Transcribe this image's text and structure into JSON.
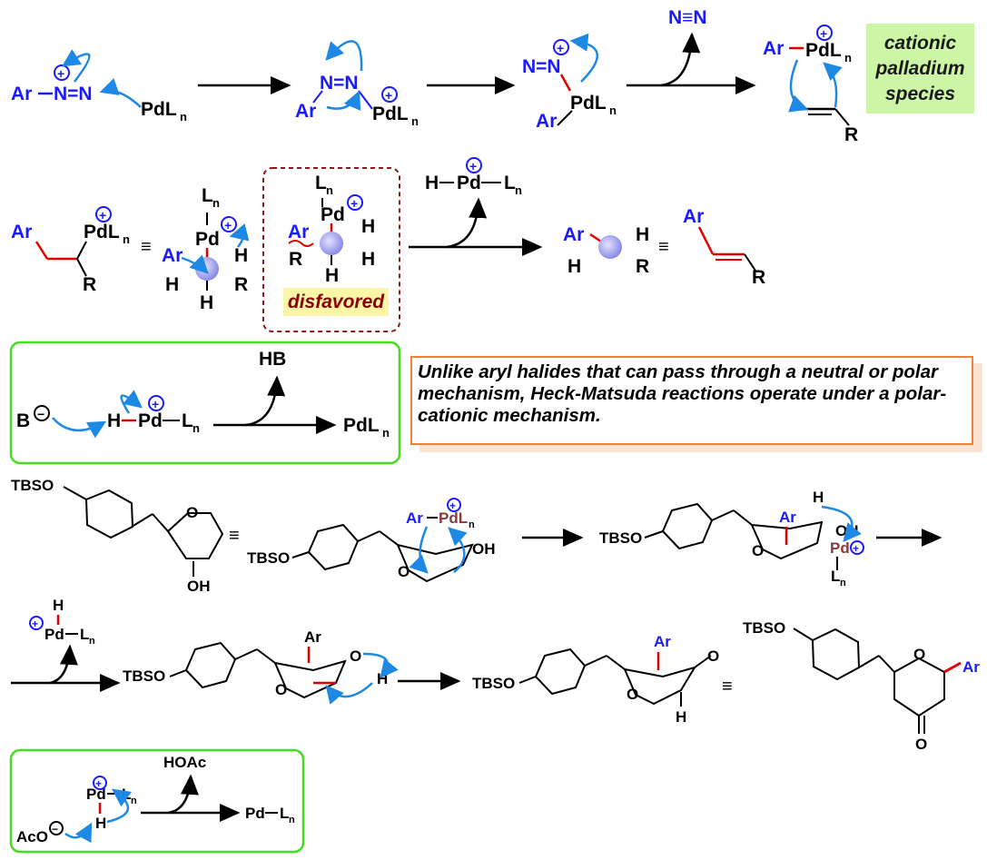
{
  "labels": {
    "ar": "Ar",
    "r": "R",
    "h": "H",
    "n": "N",
    "n_triple_n": "N≡N",
    "n_equals_n": "N=N",
    "n_equals_n_plus": "N=N",
    "pdl": "PdL",
    "pd": "Pd",
    "l": "L",
    "sub_n": "n",
    "hb": "HB",
    "b": "B",
    "hoac": "HOAc",
    "aco": "AcO",
    "tbso": "TBSO",
    "o": "O",
    "oh": "OH",
    "equiv": "≡",
    "plus": "+",
    "minus": "−"
  },
  "tag": {
    "text": "cationic palladium species"
  },
  "disfavored": {
    "text": "disfavored"
  },
  "note": {
    "text": "Unlike aryl halides that can pass through a neutral or polar mechanism, Heck-Matsuda reactions operate under a polar-cationic mechanism."
  },
  "colors": {
    "blue": "#1a1aff",
    "arrow_blue": "#1e88e5",
    "red": "#e00000",
    "green_box": "#44dd22",
    "orange_box": "#f0803c",
    "dashed_box": "#8b1a1a",
    "brown_pd": "#8b3a3a"
  }
}
